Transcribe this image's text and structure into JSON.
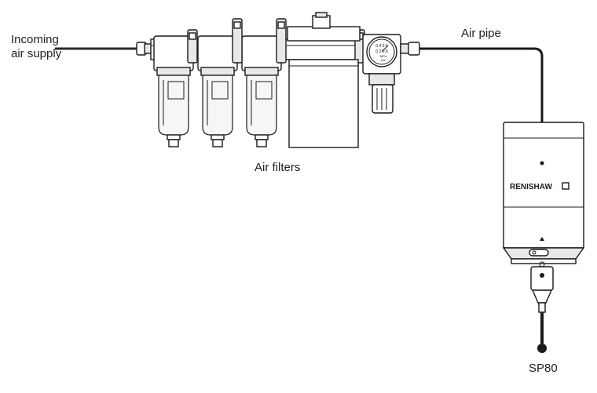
{
  "labels": {
    "incoming_line1": "Incoming",
    "incoming_line2": "air supply",
    "air_pipe": "Air pipe",
    "air_filters": "Air filters",
    "sp80": "SP80"
  },
  "probe": {
    "brand": "RENISHAW"
  },
  "gauge": {
    "scale_top": "0.4 0.6",
    "scale_mid": "0.2    0.8",
    "unit1": "MPa",
    "unit2": "bar"
  },
  "colors": {
    "line": "#1a1a1a",
    "body_shade": "#e8e8e8",
    "bowl_tint": "#f4f6f8"
  }
}
